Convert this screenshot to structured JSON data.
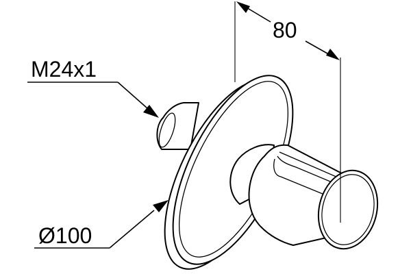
{
  "dimensions": {
    "depth": "80",
    "thread": "M24x1",
    "diameter": "Ø100"
  }
}
